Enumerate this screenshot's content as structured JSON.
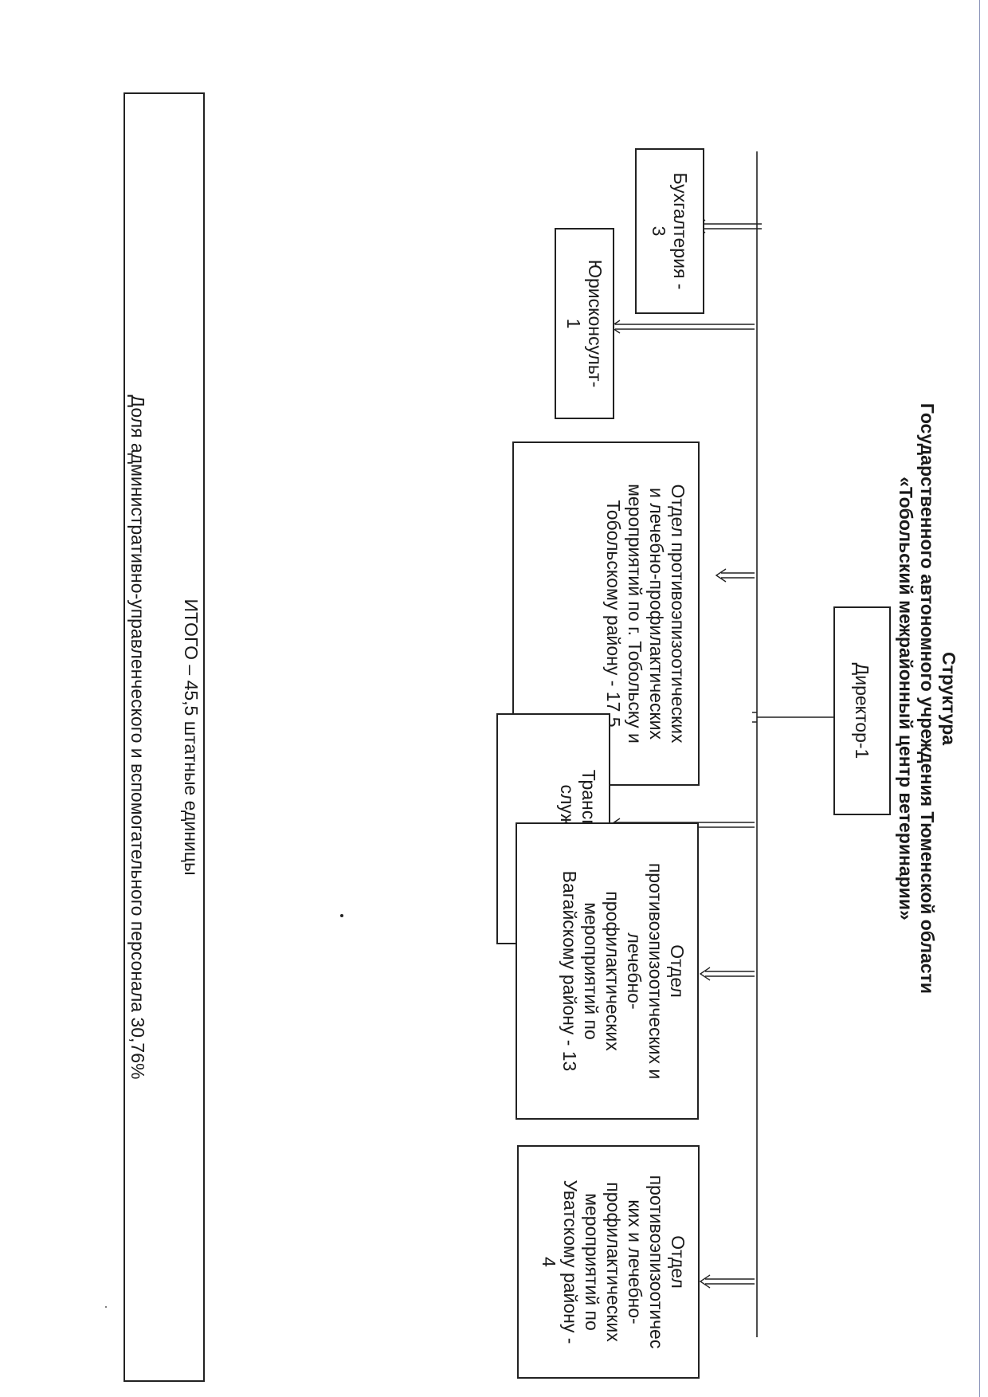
{
  "header": {
    "line1": "Структура",
    "line2": "Государственного автономного учреждения Тюменской области",
    "line3": "«Тобольский межрайонный центр ветеринарии»"
  },
  "nodes": {
    "director": "Директор-1",
    "accounting": "Бухгалтерия -\n3",
    "legal": "Юрисконсульт-\n1",
    "dept_tobolsk": "Отдел противоэпизоотических\nи лечебно-профилактических\nмероприятий по г. Тобольску и\nТобольскому району - 17,5",
    "transport": "Транспортная\nслужба - 6",
    "dept_vagai": "Отдел\nпротивоэпизоотических и\nлечебно-\nпрофилактических\nмероприятий по\nВагайскому району - 13",
    "dept_uvat": "Отдел\nпротивоэпизоотичес\nких и лечебно-\nпрофилактических\nмероприятий по\nУватскому району -\n4"
  },
  "summary": {
    "total": "ИТОГО – 45,5 штатные единицы",
    "share": "Доля административно-управленческого и вспомогательного персонала 30,76%"
  }
}
